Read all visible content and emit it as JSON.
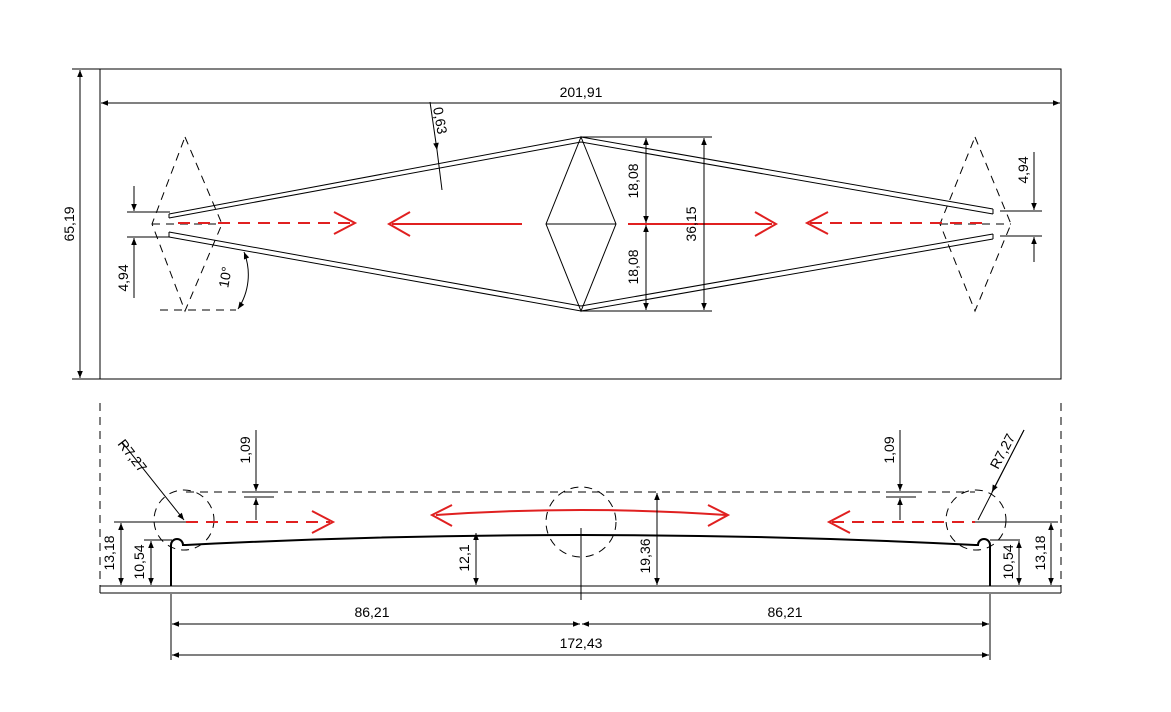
{
  "colors": {
    "line": "#000000",
    "flow": "#e02020"
  },
  "dimensions": {
    "overall_width": "201,91",
    "overall_height": "65,19",
    "wall_thickness": "0,63",
    "half_height_top": "18,08",
    "half_height_bottom": "18,08",
    "center_height": "36,15",
    "left_gap": "4,94",
    "right_gap": "4,94",
    "angle": "10°",
    "radius_left": "R7,27",
    "radius_right": "R7,27",
    "offset_left": "1,09",
    "offset_right": "1,09",
    "end_height_left_outer": "13,18",
    "end_height_left_inner": "10,54",
    "end_height_right_inner": "10,54",
    "end_height_right_outer": "13,18",
    "mid_height": "12,1",
    "peak_height": "19,36",
    "half_span_left": "86,21",
    "half_span_right": "86,21",
    "total_span": "172,43"
  }
}
